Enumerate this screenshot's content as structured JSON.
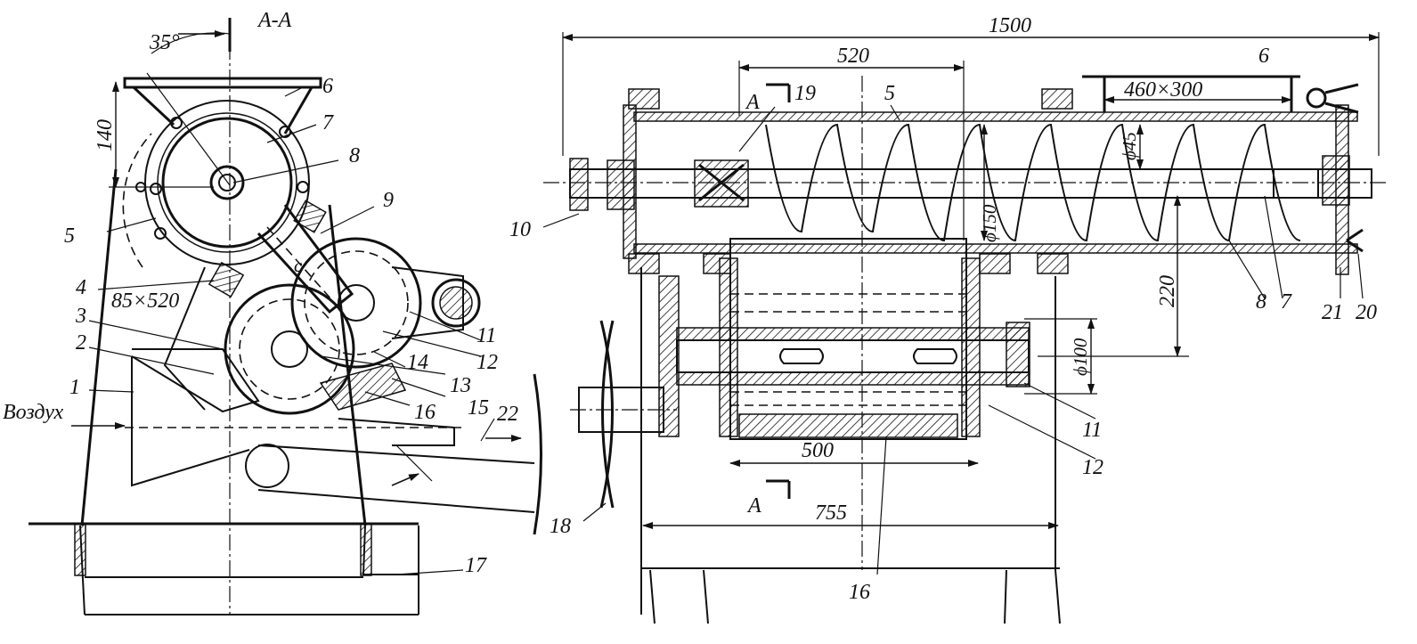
{
  "section_title": "A-A",
  "angle_label": "35°",
  "left_view": {
    "dim_height": "140",
    "slot_label": "85×520",
    "air_label": "Воздух",
    "c_label": "c",
    "parts": {
      "p1": "1",
      "p2": "2",
      "p3": "3",
      "p4": "4",
      "p5": "5",
      "p6": "6",
      "p7": "7",
      "p8": "8",
      "p9": "9",
      "p11": "11",
      "p12": "12",
      "p13": "13",
      "p14": "14",
      "p15": "15",
      "p16": "16",
      "p17": "17",
      "p22": "22"
    }
  },
  "right_view": {
    "dim_total": "1500",
    "dim_screw": "520",
    "dim_inlet": "460×300",
    "dim_shaft": "ϕ45",
    "dim_tube": "ϕ150",
    "dim_height": "220",
    "dim_drum_shaft": "ϕ100",
    "dim_drum": "500",
    "dim_frame": "755",
    "section_mark_top": "A",
    "section_mark_bottom": "A",
    "parts": {
      "p5": "5",
      "p6": "6",
      "p7": "7",
      "p8": "8",
      "p10": "10",
      "p11": "11",
      "p12": "12",
      "p16": "16",
      "p18": "18",
      "p19": "19",
      "p20": "20",
      "p21": "21"
    }
  }
}
